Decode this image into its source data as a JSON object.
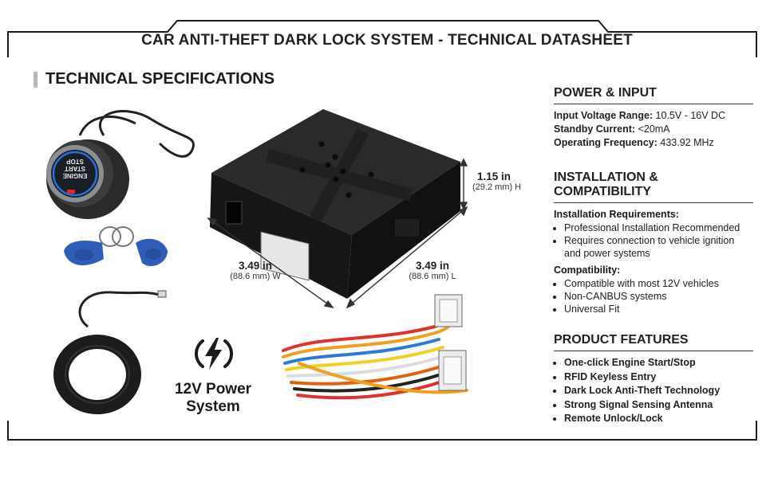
{
  "title": "CAR ANTI-THEFT DARK LOCK SYSTEM - TECHNICAL DATASHEET",
  "section_title": "TECHNICAL SPECIFICATIONS",
  "power_input": {
    "heading": "POWER & INPUT",
    "rows": [
      {
        "label": "Input Voltage Range:",
        "value": " 10.5V - 16V DC"
      },
      {
        "label": "Standby Current:",
        "value": " <20mA"
      },
      {
        "label": "Operating Frequency:",
        "value": " 433.92 MHz"
      }
    ]
  },
  "installation": {
    "heading": "INSTALLATION & COMPATIBILITY",
    "req_label": "Installation Requirements:",
    "req_items": [
      "Professional Installation Recommended",
      "Requires connection to vehicle ignition and power systems"
    ],
    "compat_label": "Compatibility:",
    "compat_items": [
      "Compatible with most 12V vehicles",
      "Non-CANBUS systems",
      "Universal Fit"
    ]
  },
  "features": {
    "heading": "PRODUCT FEATURES",
    "items": [
      "One-click Engine Start/Stop",
      "RFID Keyless Entry",
      "Dark Lock Anti-Theft Technology",
      "Strong Signal Sensing Antenna",
      "Remote Unlock/Lock"
    ]
  },
  "dimensions": {
    "height_main": "1.15 in",
    "height_sub": "(29.2 mm) H",
    "width_main": "3.49 in",
    "width_sub": "(88.6 mm) W",
    "length_main": "3.49 in",
    "length_sub": "(88.6 mm) L"
  },
  "button_text": [
    "ENGINE",
    "START",
    "STOP"
  ],
  "power_system": {
    "line1": "12V Power",
    "line2": "System"
  },
  "colors": {
    "frame": "#1a1a1a",
    "accent_blue": "#2a6fd6",
    "led_red": "#e0282a",
    "fob_blue": "#2f5db8"
  }
}
